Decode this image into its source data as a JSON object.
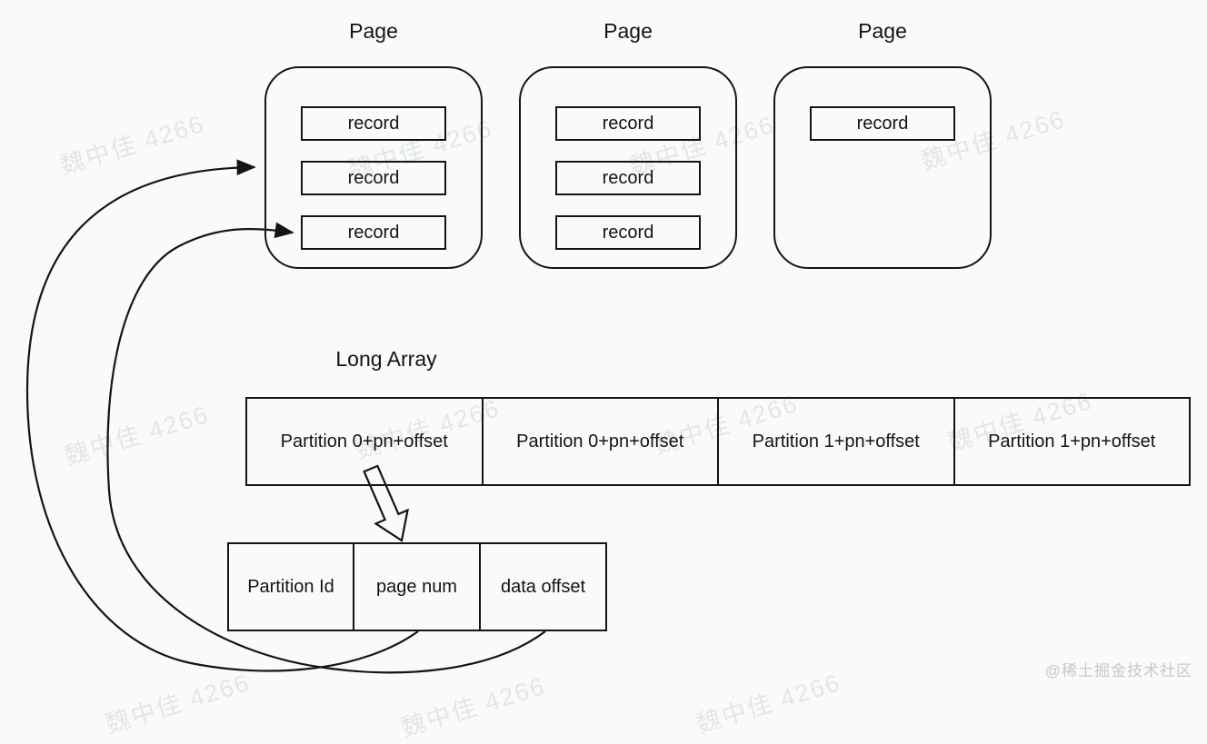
{
  "watermark": {
    "text": "魏中佳 4266",
    "credit": "@稀土掘金技术社区"
  },
  "pages": [
    {
      "label": "Page",
      "records": [
        "record",
        "record",
        "record"
      ]
    },
    {
      "label": "Page",
      "records": [
        "record",
        "record",
        "record"
      ]
    },
    {
      "label": "Page",
      "records": [
        "record"
      ]
    }
  ],
  "long_array": {
    "title": "Long Array",
    "cells": [
      "Partition 0+pn+offset",
      "Partition 0+pn+offset",
      "Partition 1+pn+offset",
      "Partition 1+pn+offset"
    ]
  },
  "entry": {
    "cells": [
      "Partition Id",
      "page num",
      "data offset"
    ]
  },
  "connections": [
    {
      "from": "long-array-cell-0",
      "to": "entry-table",
      "style": "hollow-block-arrow"
    },
    {
      "from": "entry-cell-page-num",
      "to": "page-0-border",
      "style": "curved-arrow"
    },
    {
      "from": "entry-cell-data-offset",
      "to": "page-0-record-2",
      "style": "curved-arrow"
    }
  ],
  "colors": {
    "line": "#141414",
    "background": "#f9fafb",
    "watermark": "#8c969e",
    "credit": "#c6c8ca"
  }
}
